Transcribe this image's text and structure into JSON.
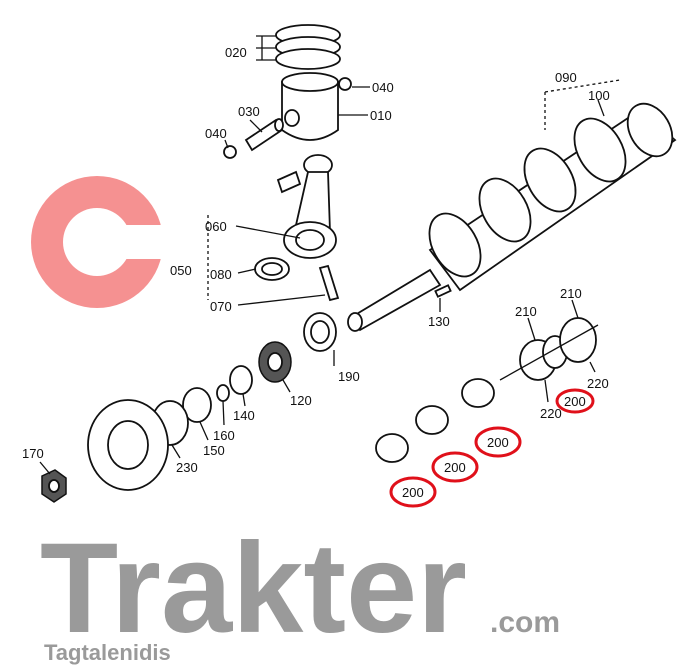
{
  "watermark": {
    "brand": "Trakter",
    "domain": ".com",
    "tagline": "Tagtalenidis",
    "logo_color": "#f26d6d",
    "text_color": "#9a9a9a"
  },
  "labels": {
    "p020": "020",
    "p040a": "040",
    "p010": "010",
    "p030": "030",
    "p040b": "040",
    "p060": "060",
    "p050": "050",
    "p080": "080",
    "p070": "070",
    "p090": "090",
    "p100": "100",
    "p130": "130",
    "p210a": "210",
    "p210b": "210",
    "p220a": "220",
    "p220b": "220",
    "p200a": "200",
    "p200b": "200",
    "p200c": "200",
    "p200d": "200",
    "p190": "190",
    "p120": "120",
    "p140": "140",
    "p160": "160",
    "p150": "150",
    "p230": "230",
    "p170": "170"
  },
  "highlight_color": "#e0101a"
}
